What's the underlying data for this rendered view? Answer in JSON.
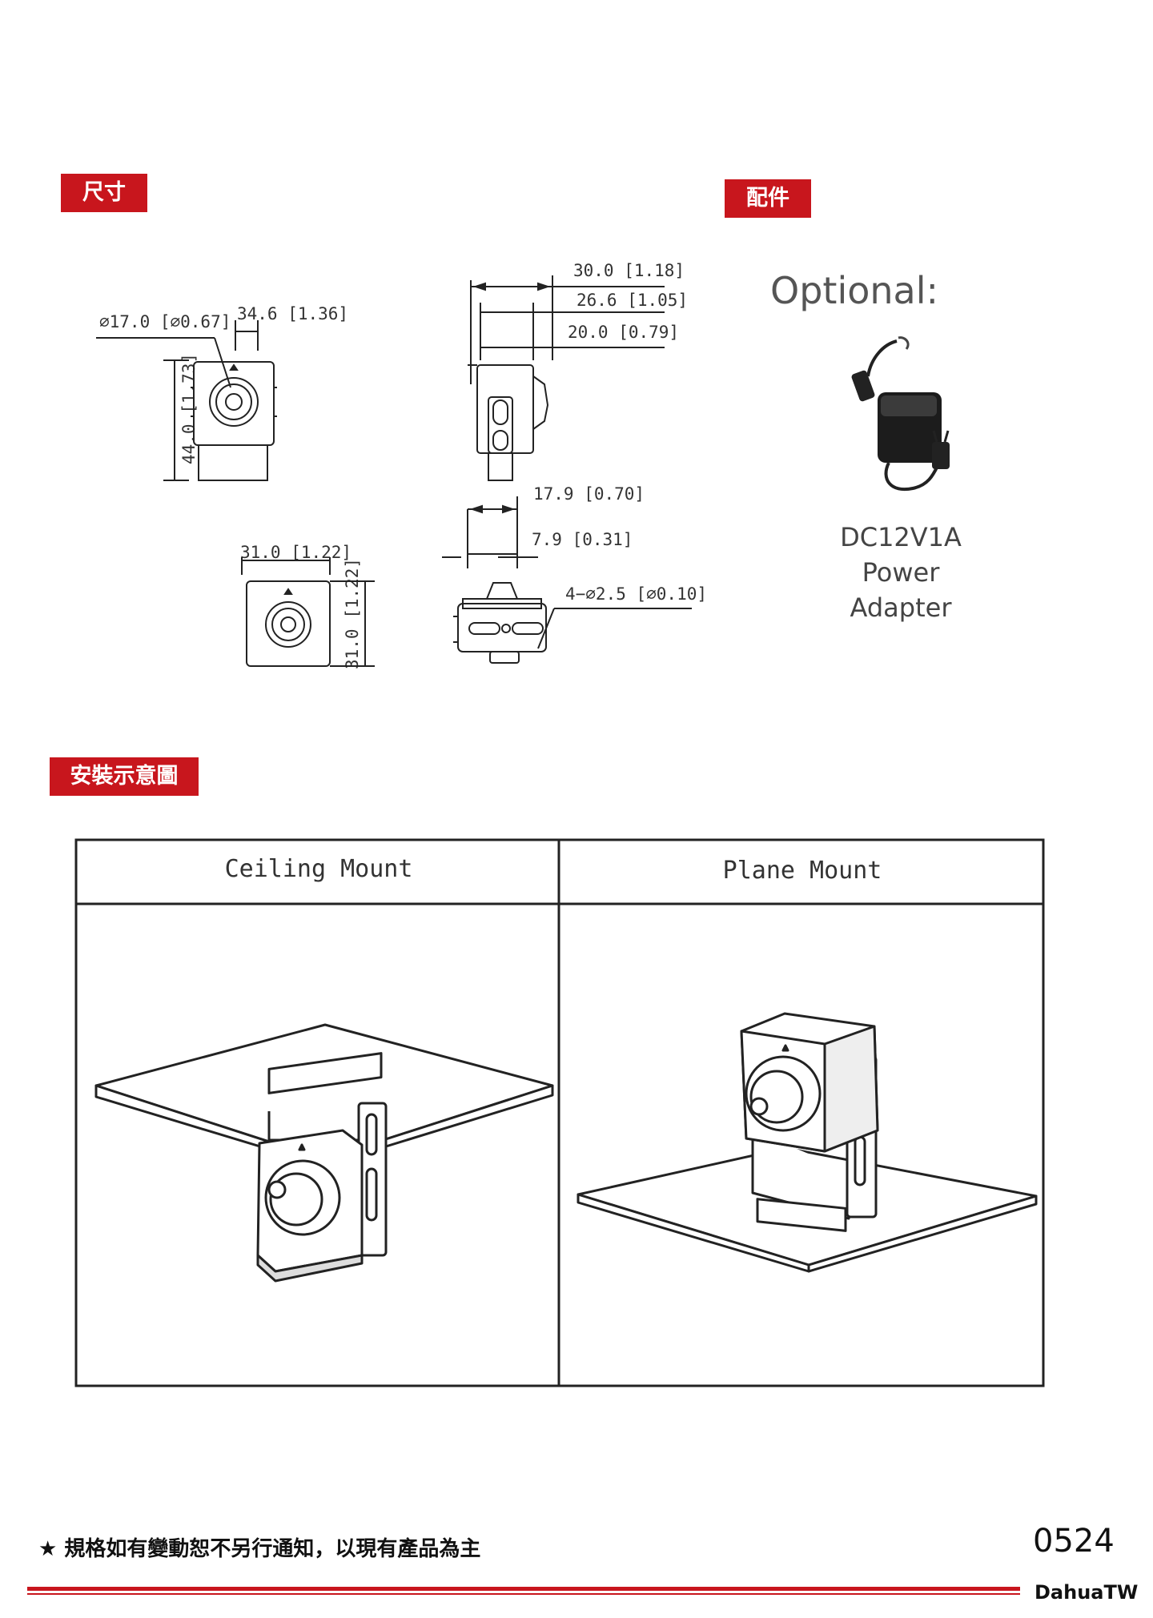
{
  "sections": {
    "dimensions": "尺寸",
    "accessories": "配件",
    "installation": "安裝示意圖"
  },
  "dimensions": {
    "front_diameter": "⌀17.0 [⌀0.67]",
    "front_width": "34.6 [1.36]",
    "front_height": "44.0 [1.73]",
    "side_30": "30.0 [1.18]",
    "side_26": "26.6 [1.05]",
    "side_20": "20.0 [0.79]",
    "bottom_17": "17.9 [0.70]",
    "bottom_7": "7.9 [0.31]",
    "bottom_holes": "4−⌀2.5 [⌀0.10]",
    "small_width": "31.0 [1.22]",
    "small_height": "31.0 [1.22]"
  },
  "accessory": {
    "optional": "Optional:",
    "line1": "DC12V1A",
    "line2": "Power",
    "line3": "Adapter"
  },
  "mounts": {
    "ceiling": "Ceiling Mount",
    "plane": "Plane Mount"
  },
  "footer": {
    "note": "★ 規格如有變動恕不另行通知，以現有產品為主",
    "page": "0524",
    "brand": "DahuaTW"
  }
}
